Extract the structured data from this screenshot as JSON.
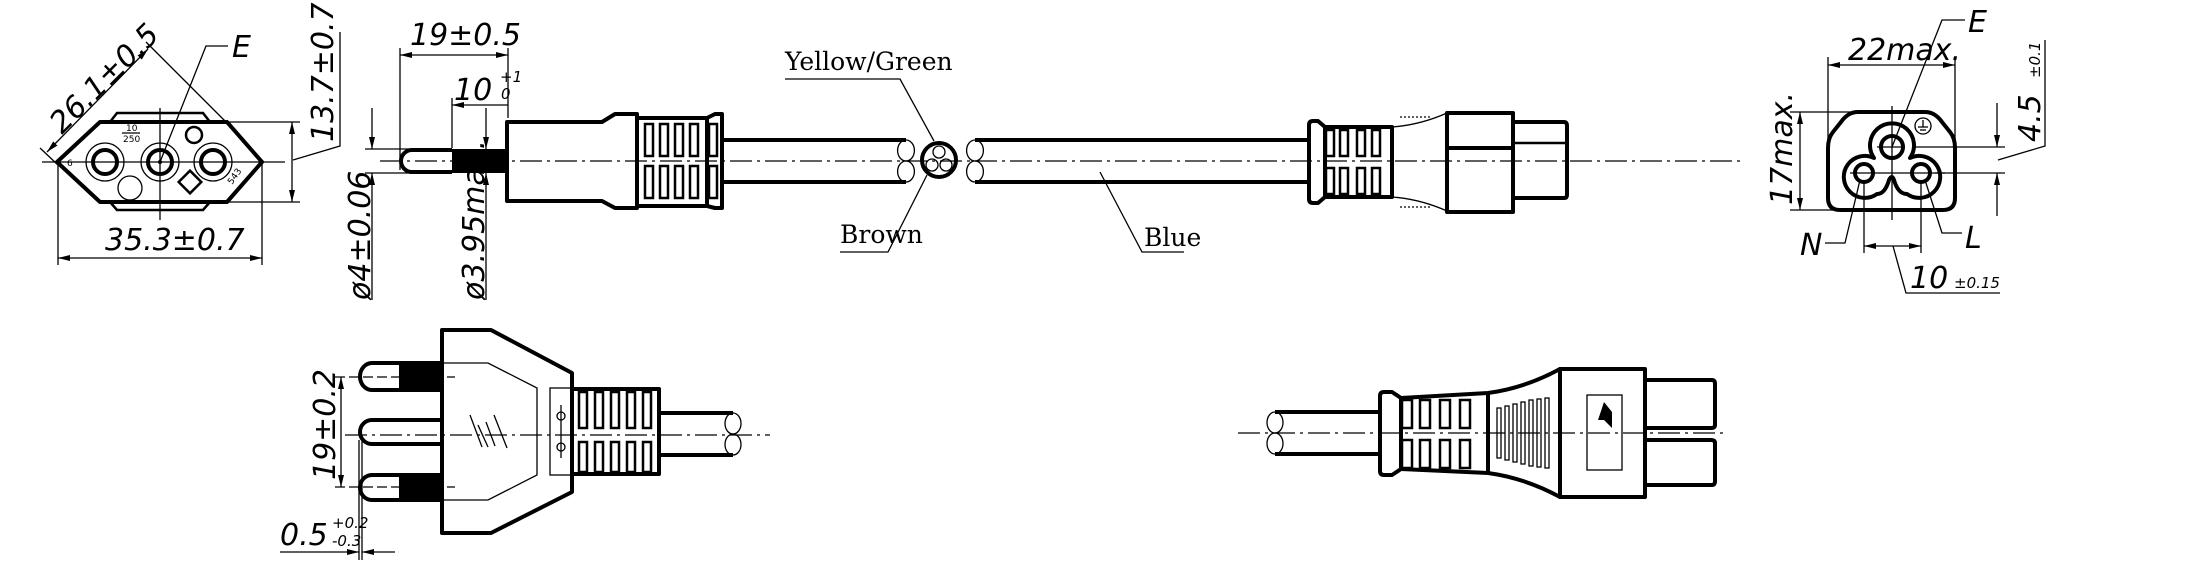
{
  "face_view": {
    "diag_dim": "26.1±0.5",
    "height_dim": "13.7±0.7",
    "width_dim": "35.3±0.7",
    "earth_label": "E",
    "marks": {
      "rating_top": "10",
      "rating_bottom": "250",
      "side_num": "6",
      "code": "543"
    }
  },
  "pin_view": {
    "pin_length_dim": "19±0.5",
    "insulation_dim_base": "10",
    "insulation_dim_tol_upper": "+1",
    "insulation_dim_tol_lower": "0",
    "pin_dia_dim": "ø4±0.06",
    "insul_dia_dim": "ø3.95max."
  },
  "cable": {
    "conductors": [
      "Yellow/Green",
      "Brown",
      "Blue"
    ]
  },
  "connector_face": {
    "width_dim": "22max.",
    "height_dim": "17max.",
    "offset_dim_base": "4.5",
    "offset_dim_tol": "±0.1",
    "spacing_dim_base": "10",
    "spacing_dim_tol": "±0.15",
    "labels": {
      "earth": "E",
      "neutral": "N",
      "live": "L"
    }
  },
  "plug_top_view": {
    "pin_spacing_dim": "19±0.2",
    "offset_dim_base": "0.5",
    "offset_tol_upper": "+0.2",
    "offset_tol_lower": "-0.3"
  }
}
